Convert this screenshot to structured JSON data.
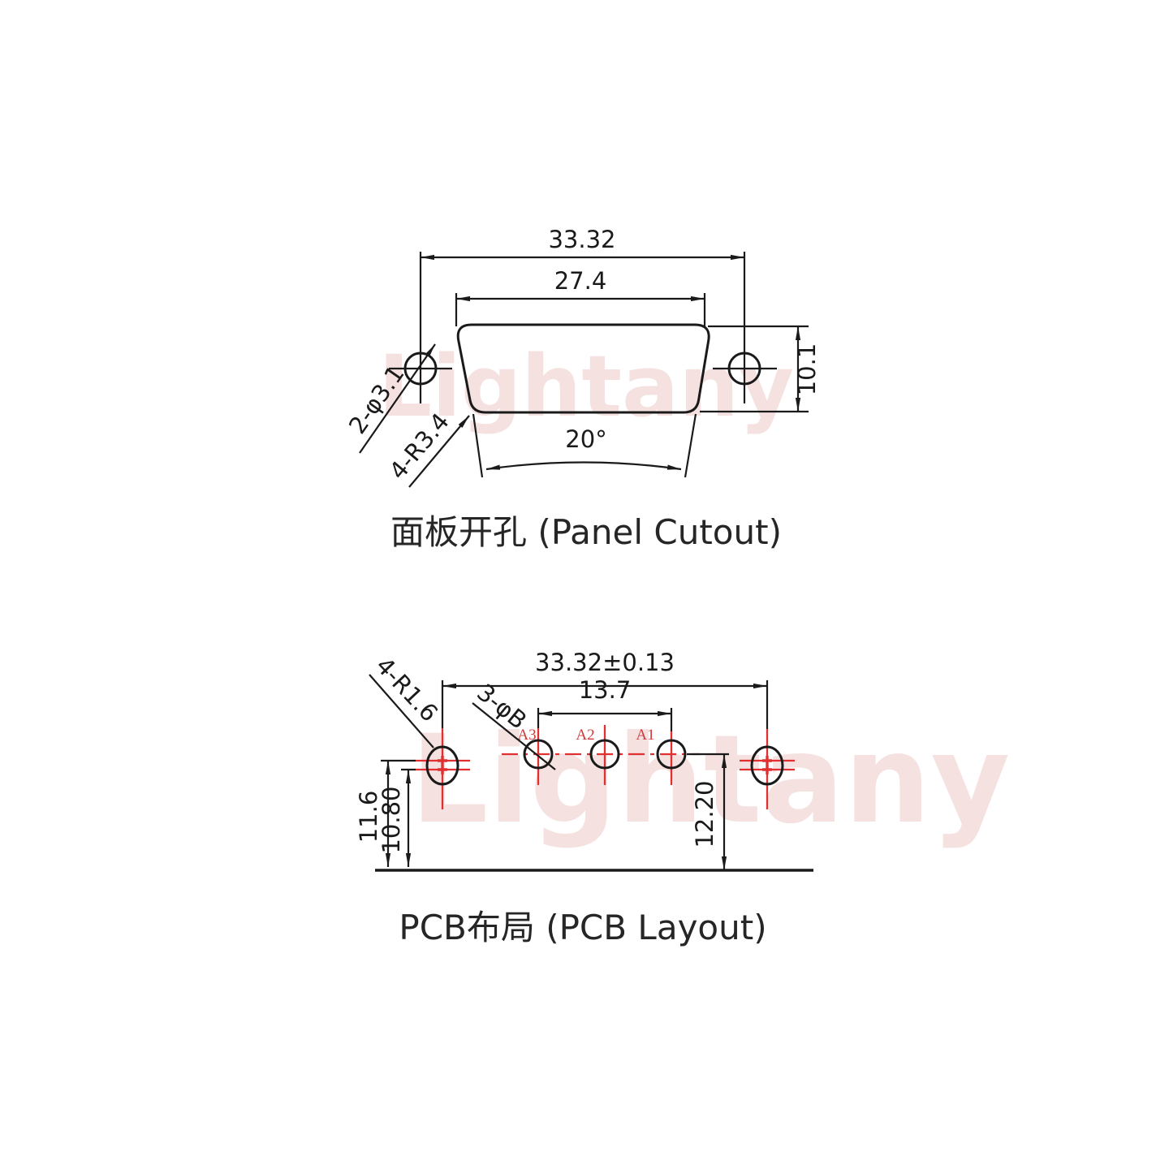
{
  "watermark": {
    "text": "Lightany"
  },
  "panel_cutout": {
    "title": "面板开孔 (Panel Cutout)",
    "dim_outer_width": "33.32",
    "dim_inner_width": "27.4",
    "dim_height": "10.1",
    "label_mount_holes": "2-φ3.1",
    "label_corner_radius": "4-R3.4",
    "dim_side_angle": "20°"
  },
  "pcb_layout": {
    "title": "PCB布局 (PCB Layout)",
    "dim_mount_span": "33.32±0.13",
    "dim_pin_span": "13.7",
    "label_pad_radius": "4-R1.6",
    "label_pin_holes": "3-φB",
    "dim_mount_height_outer": "11.6",
    "dim_mount_height_inner": "10.80",
    "dim_pin_row_height": "12.20",
    "pin_labels": [
      "A3",
      "A2",
      "A1"
    ]
  },
  "colors": {
    "line": "#1a1a1a",
    "accent_red": "#e03030",
    "pin_label_red": "#cf3a3a",
    "watermark_pink": "#f5e0e0"
  }
}
